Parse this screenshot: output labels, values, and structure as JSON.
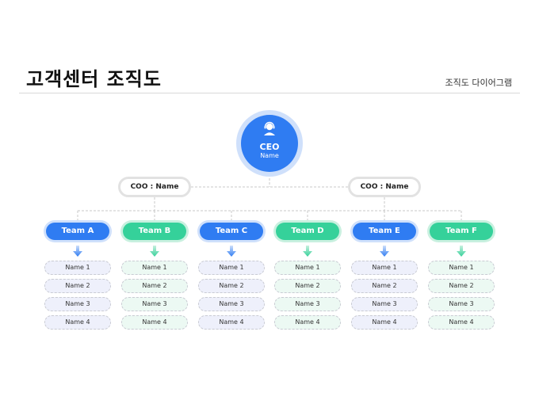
{
  "header": {
    "title": "고객센터 조직도",
    "subtitle": "조직도 다이어그램"
  },
  "ceo": {
    "role": "CEO",
    "name": "Name",
    "icon": "headset-agent-icon"
  },
  "coos": [
    {
      "label": "COO : Name"
    },
    {
      "label": "COO : Name"
    }
  ],
  "teams": [
    {
      "label": "Team A",
      "color": "blue",
      "members": [
        "Name 1",
        "Name 2",
        "Name 3",
        "Name 4"
      ]
    },
    {
      "label": "Team B",
      "color": "green",
      "members": [
        "Name 1",
        "Name 2",
        "Name 3",
        "Name 4"
      ]
    },
    {
      "label": "Team C",
      "color": "blue",
      "members": [
        "Name 1",
        "Name 2",
        "Name 3",
        "Name 4"
      ]
    },
    {
      "label": "Team D",
      "color": "green",
      "members": [
        "Name 1",
        "Name 2",
        "Name 3",
        "Name 4"
      ]
    },
    {
      "label": "Team E",
      "color": "blue",
      "members": [
        "Name 1",
        "Name 2",
        "Name 3",
        "Name 4"
      ]
    },
    {
      "label": "Team F",
      "color": "green",
      "members": [
        "Name 1",
        "Name 2",
        "Name 3",
        "Name 4"
      ]
    }
  ],
  "colors": {
    "blue": "#2f7cf2",
    "green": "#35d19a",
    "blue_halo": "#cfe0fb",
    "green_halo": "#c8f0df"
  }
}
